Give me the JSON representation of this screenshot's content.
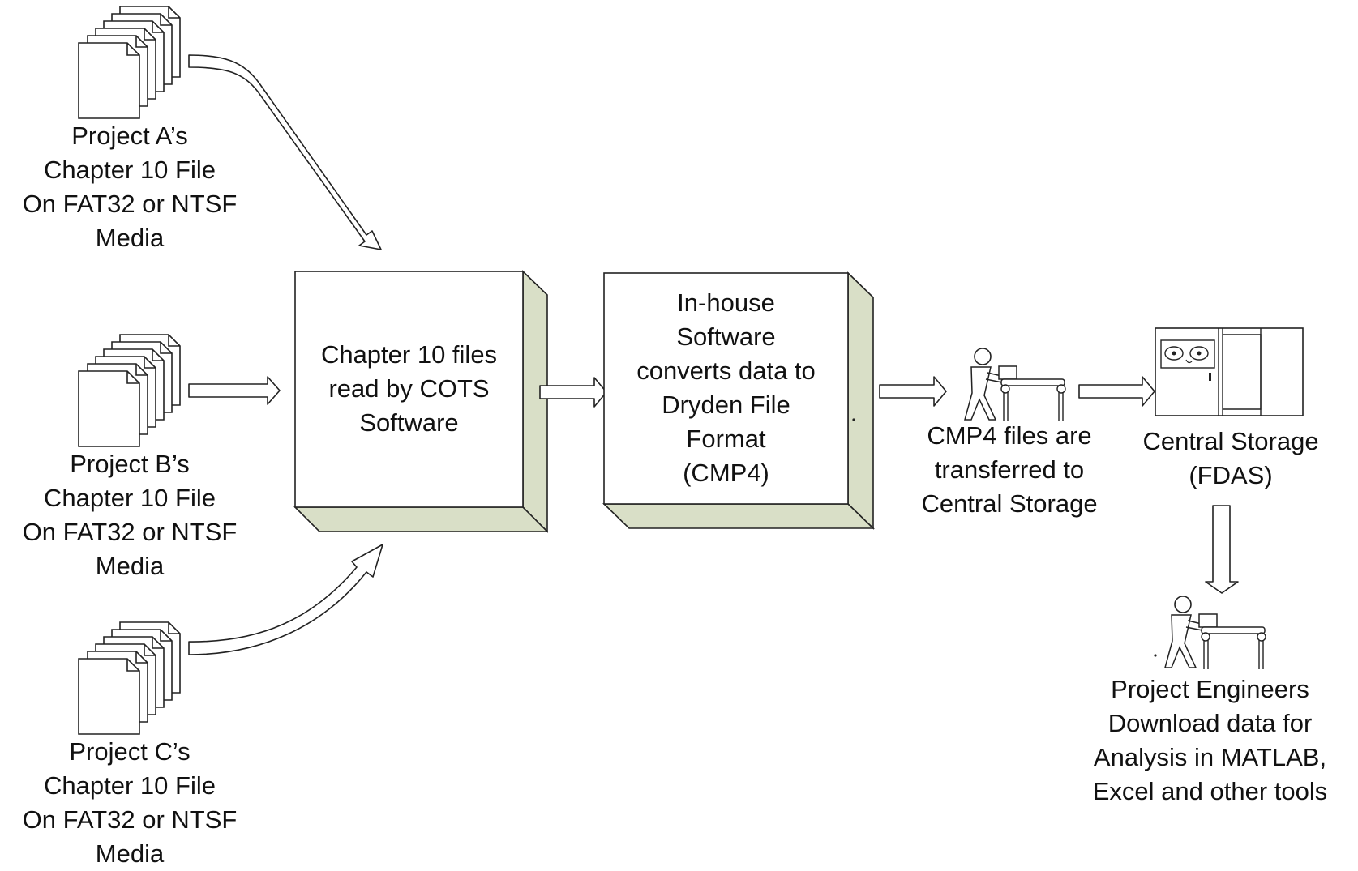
{
  "diagram": {
    "sources": [
      {
        "lines": [
          "Project A’s",
          "Chapter 10 File",
          "On FAT32 or NTSF",
          "Media"
        ]
      },
      {
        "lines": [
          "Project B’s",
          "Chapter 10 File",
          "On FAT32 or NTSF",
          "Media"
        ]
      },
      {
        "lines": [
          "Project C’s",
          "Chapter 10 File",
          "On FAT32 or NTSF",
          "Media"
        ]
      }
    ],
    "cots_box": {
      "lines": [
        "Chapter 10 files",
        "read by COTS",
        "Software"
      ]
    },
    "inhouse_box": {
      "lines": [
        "In-house",
        "Software",
        "converts data to",
        "Dryden File",
        "Format",
        "(CMP4)"
      ]
    },
    "transfer_step": {
      "lines": [
        "CMP4 files are",
        "transferred to",
        "Central Storage"
      ]
    },
    "storage": {
      "lines": [
        "Central Storage",
        "(FDAS)"
      ]
    },
    "engineers_step": {
      "lines": [
        "Project Engineers",
        "Download data for",
        "Analysis in MATLAB,",
        "Excel and other tools"
      ]
    },
    "colors": {
      "box_shade": "#d9dfc7",
      "stroke": "#222222",
      "background": "#ffffff"
    },
    "icons": [
      "document-stack-icon",
      "person-conveyor-icon",
      "storage-cabinet-icon"
    ]
  }
}
